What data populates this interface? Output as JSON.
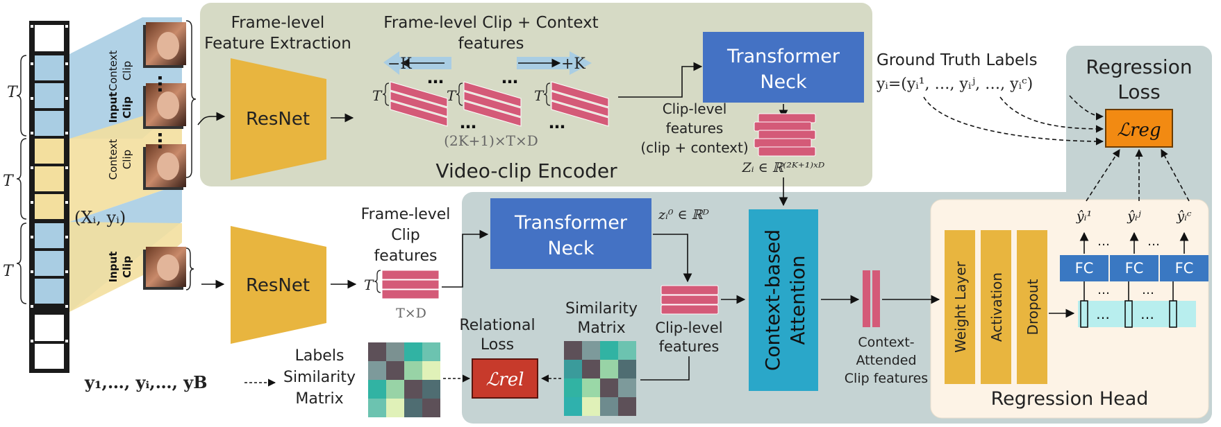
{
  "encoder": {
    "frame_level_line1": "Frame-level",
    "frame_level_line2": "Feature Extraction",
    "clip_ctx_line1": "Frame-level Clip + Context",
    "clip_ctx_line2": "features",
    "minus_k": "−K",
    "plus_k": "+K",
    "dots": "…",
    "t": "T",
    "dims": "(2K+1)×T×D",
    "resnet": "ResNet",
    "tneck_line1": "Transformer",
    "tneck_line2": "Neck",
    "clip_level_line1": "Clip-level",
    "clip_level_line2": "features",
    "clip_level_line3": "(clip + context)",
    "z_label": "Zᵢ ∈ ℝ⁽²ᴷ⁺¹⁾ˣᴰ",
    "title": "Video-clip Encoder"
  },
  "input_strip": {
    "t": "T",
    "context_clip_label_1": "Context",
    "context_clip_label_2": "Clip",
    "input_clip_label_1": "Input",
    "input_clip_label_2": "Clip",
    "xy": "(Xᵢ, yᵢ)"
  },
  "ground_truth": {
    "line1": "Ground Truth Labels",
    "line2": "yᵢ=(yᵢ¹, …, yᵢʲ, …, yᵢᶜ)"
  },
  "regression_loss": {
    "line1": "Regression",
    "line2": "Loss",
    "symbol": "ℒreg"
  },
  "lower": {
    "resnet": "ResNet",
    "frame_clip_line1": "Frame-level",
    "frame_clip_line2": "Clip",
    "frame_clip_line3": "features",
    "t": "T",
    "dims": "T×D",
    "tneck_line1": "Transformer",
    "tneck_line2": "Neck",
    "z0": "zᵢ⁰ ∈ ℝᴰ",
    "clip_level_line1": "Clip-level",
    "clip_level_line2": "features",
    "attention_line1": "Context-based",
    "attention_line2": "Attention",
    "ctx_att_line1": "Context-",
    "ctx_att_line2": "Attended",
    "ctx_att_line3": "Clip features",
    "similarity_line1": "Similarity",
    "similarity_line2": "Matrix",
    "relational_line1": "Relational",
    "relational_line2": "Loss",
    "rel_symbol": "ℒrel",
    "labels_line1": "Labels",
    "labels_line2": "Similarity",
    "labels_line3": "Matrix",
    "batch_labels": "y₁,…, yᵢ,…, yB"
  },
  "head": {
    "title": "Regression Head",
    "weight_layer": "Weight Layer",
    "activation": "Activation",
    "dropout": "Dropout",
    "fc": "FC",
    "dots": "…",
    "y1": "ŷᵢ¹",
    "yj": "ŷᵢʲ",
    "yc": "ŷᵢᶜ"
  },
  "colors": {
    "encoder_bg": "#d6dac5",
    "lower_bg": "#c5d3d3",
    "head_bg": "#fdf3e6",
    "resnet": "#e8b53f",
    "transformer": "#4472c4",
    "attention": "#2aa7c9",
    "feature": "#d45a78",
    "reg_loss": "#f28a12",
    "rel_loss": "#c73a2b",
    "fc": "#3a78c2",
    "cyan_band": "#b8eeee",
    "strip_blue": "#a9cde3",
    "strip_yellow": "#f3df9e"
  }
}
